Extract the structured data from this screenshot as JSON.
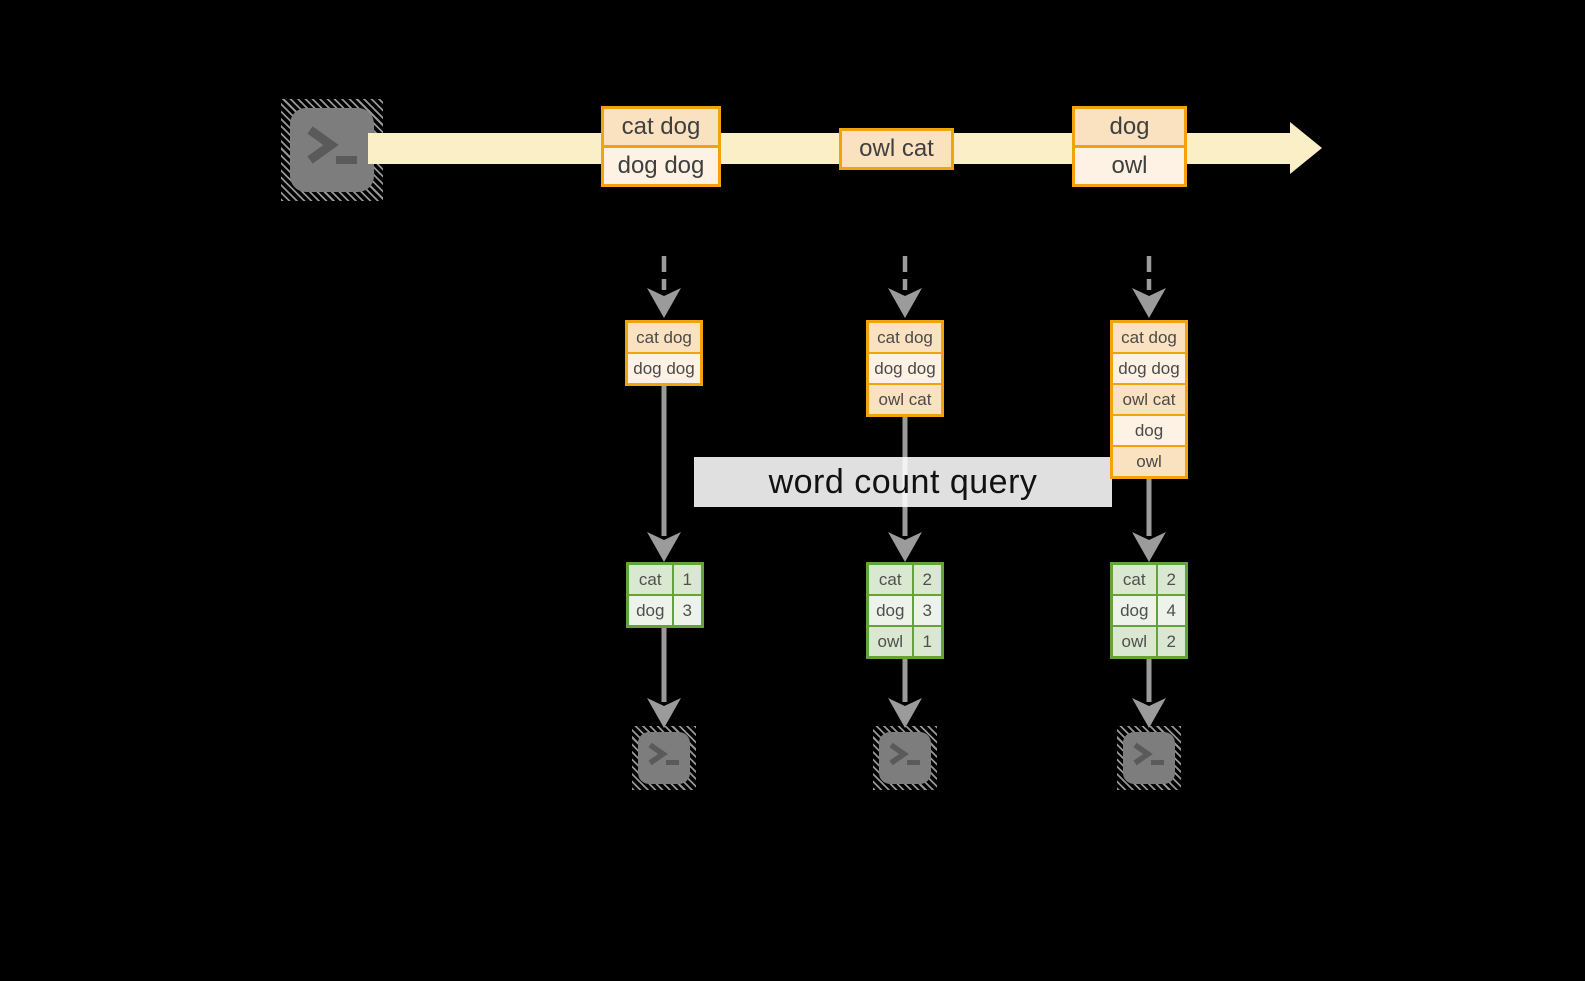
{
  "diagram": {
    "query_label": "word count query",
    "timeline": {
      "source_icon": "terminal-icon",
      "boxes": [
        {
          "rows": [
            "cat dog",
            "dog dog"
          ]
        },
        {
          "rows": [
            "owl cat"
          ]
        },
        {
          "rows": [
            "dog",
            "owl"
          ]
        }
      ]
    },
    "columns": [
      {
        "stream_rows": [
          "cat dog",
          "dog dog"
        ],
        "result_rows": [
          {
            "word": "cat",
            "count": "1"
          },
          {
            "word": "dog",
            "count": "3"
          }
        ]
      },
      {
        "stream_rows": [
          "cat dog",
          "dog dog",
          "owl cat"
        ],
        "result_rows": [
          {
            "word": "cat",
            "count": "2"
          },
          {
            "word": "dog",
            "count": "3"
          },
          {
            "word": "owl",
            "count": "1"
          }
        ]
      },
      {
        "stream_rows": [
          "cat dog",
          "dog dog",
          "owl cat",
          "dog",
          "owl"
        ],
        "result_rows": [
          {
            "word": "cat",
            "count": "2"
          },
          {
            "word": "dog",
            "count": "4"
          },
          {
            "word": "owl",
            "count": "2"
          }
        ]
      }
    ],
    "sink_icons": [
      "terminal-icon",
      "terminal-icon",
      "terminal-icon"
    ],
    "colors": {
      "background": "#000000",
      "stream_band": "#FAEFC6",
      "orange_border": "#F0A30A",
      "record_fill_dark": "#FAE2C1",
      "record_fill_light": "#FDF2E3",
      "green_border": "#63A33A",
      "result_fill_dark": "#DBE8D1",
      "result_fill_light": "#EEF3EA",
      "arrow_gray": "#9B9B9B",
      "terminal_gray": "#7D7D7D",
      "label_bg": "#FFFFFF",
      "label_text": "#111111"
    }
  }
}
